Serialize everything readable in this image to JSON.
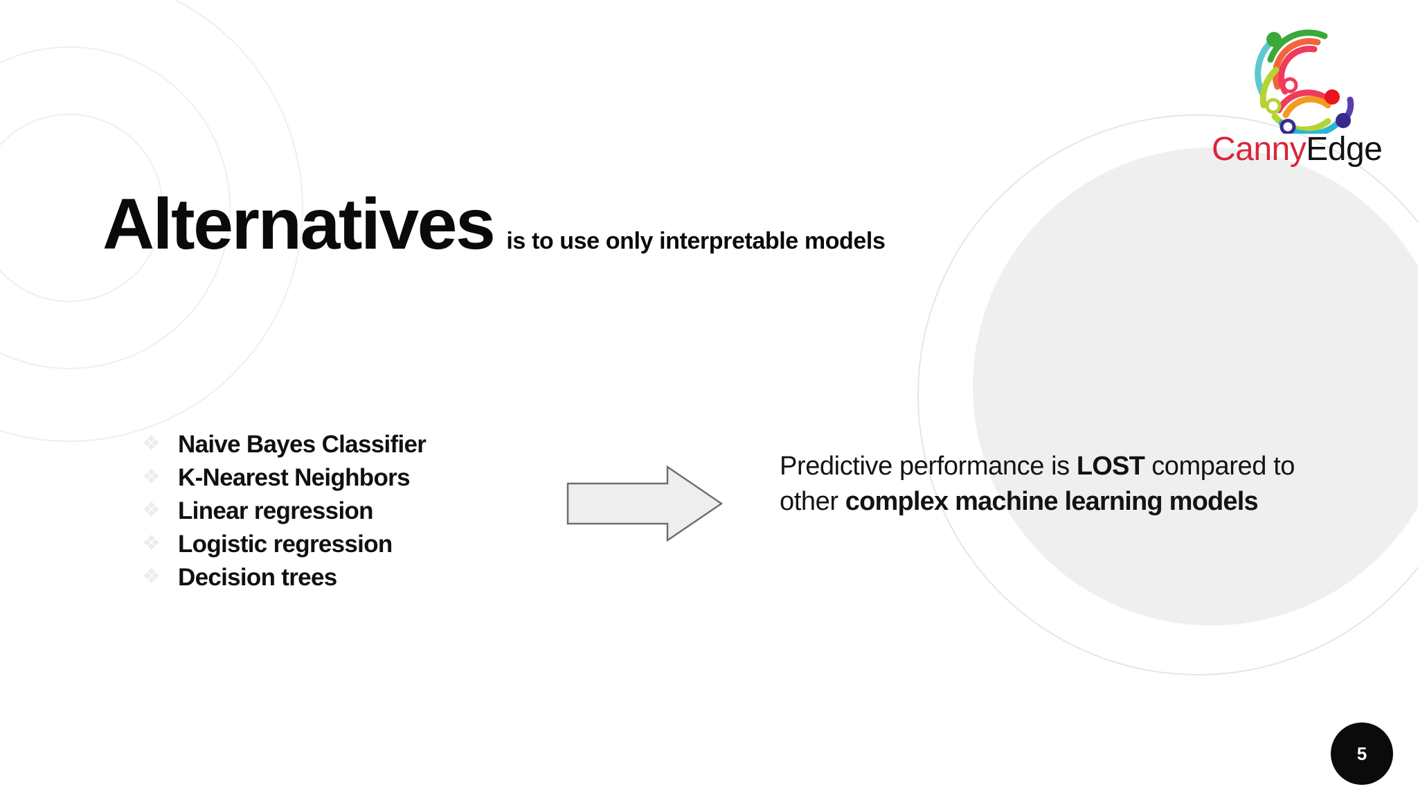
{
  "slide": {
    "title": "Alternatives",
    "subtitle": "is to use only interpretable models",
    "page_number": "5",
    "background_color": "#ffffff",
    "accent_gray": "#efefef"
  },
  "brand": {
    "name_part_one": "Canny",
    "name_part_two": "Edge",
    "color_part_one": "#d7263d",
    "color_part_two": "#121212",
    "mark_colors": [
      "#5ec8d0",
      "#3aa93a",
      "#f2643c",
      "#ef3b5b",
      "#b5d334",
      "#29b6d8",
      "#5b3fa8",
      "#e8161c",
      "#f59a1f"
    ]
  },
  "bullets": {
    "marker_glyph": "❖",
    "marker_color": "#ececec",
    "items": [
      {
        "label": "Naive Bayes Classifier"
      },
      {
        "label": "K-Nearest Neighbors"
      },
      {
        "label": "Linear regression"
      },
      {
        "label": "Logistic regression"
      },
      {
        "label": "Decision trees"
      }
    ]
  },
  "arrow": {
    "name": "right-arrow",
    "fill": "#eeeeee",
    "stroke": "#6e6e6e"
  },
  "outcome": {
    "segment_1": "Predictive performance is ",
    "segment_1_bold": "LOST",
    "segment_2": " compared to other ",
    "segment_2_bold": "complex machine learning models"
  }
}
